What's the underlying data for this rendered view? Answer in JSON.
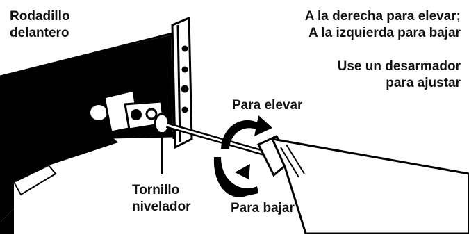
{
  "labels": {
    "front_roller": [
      "Rodadillo",
      "delantero"
    ],
    "direction_note": [
      "A la derecha para elevar;",
      "A la izquierda para bajar"
    ],
    "tool_note": [
      "Use un desarmador",
      "para ajustar"
    ],
    "raise": "Para elevar",
    "lower": "Para bajar",
    "leveling_screw": [
      "Tornillo",
      "nivelador"
    ]
  }
}
